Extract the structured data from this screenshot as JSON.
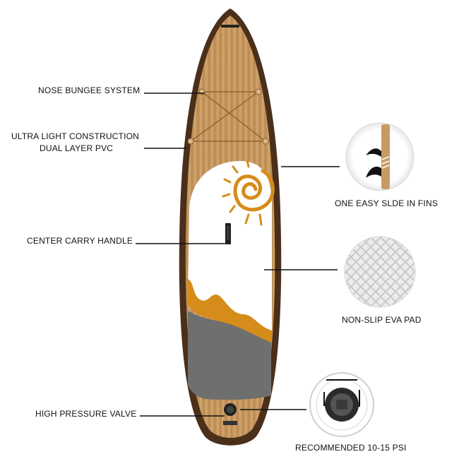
{
  "labels": {
    "nose_bungee": "NOSE BUNGEE SYSTEM",
    "construction_line1": "ULTRA LIGHT CONSTRUCTION",
    "construction_line2": "DUAL LAYER PVC",
    "center_handle": "CENTER CARRY HANDLE",
    "high_pressure_valve": "HIGH PRESSURE VALVE",
    "fins": "ONE EASY SLDE IN FINS",
    "eva_pad": "NON-SLIP EVA PAD",
    "recommended_psi": "RECOMMENDED 10-15 PSI"
  },
  "colors": {
    "wood": "#c89a63",
    "wood_dark": "#8a5a2e",
    "rail": "#4a2f1a",
    "orange": "#d68c1a",
    "pad_gray": "#6f6f6f",
    "leader": "#111111"
  }
}
